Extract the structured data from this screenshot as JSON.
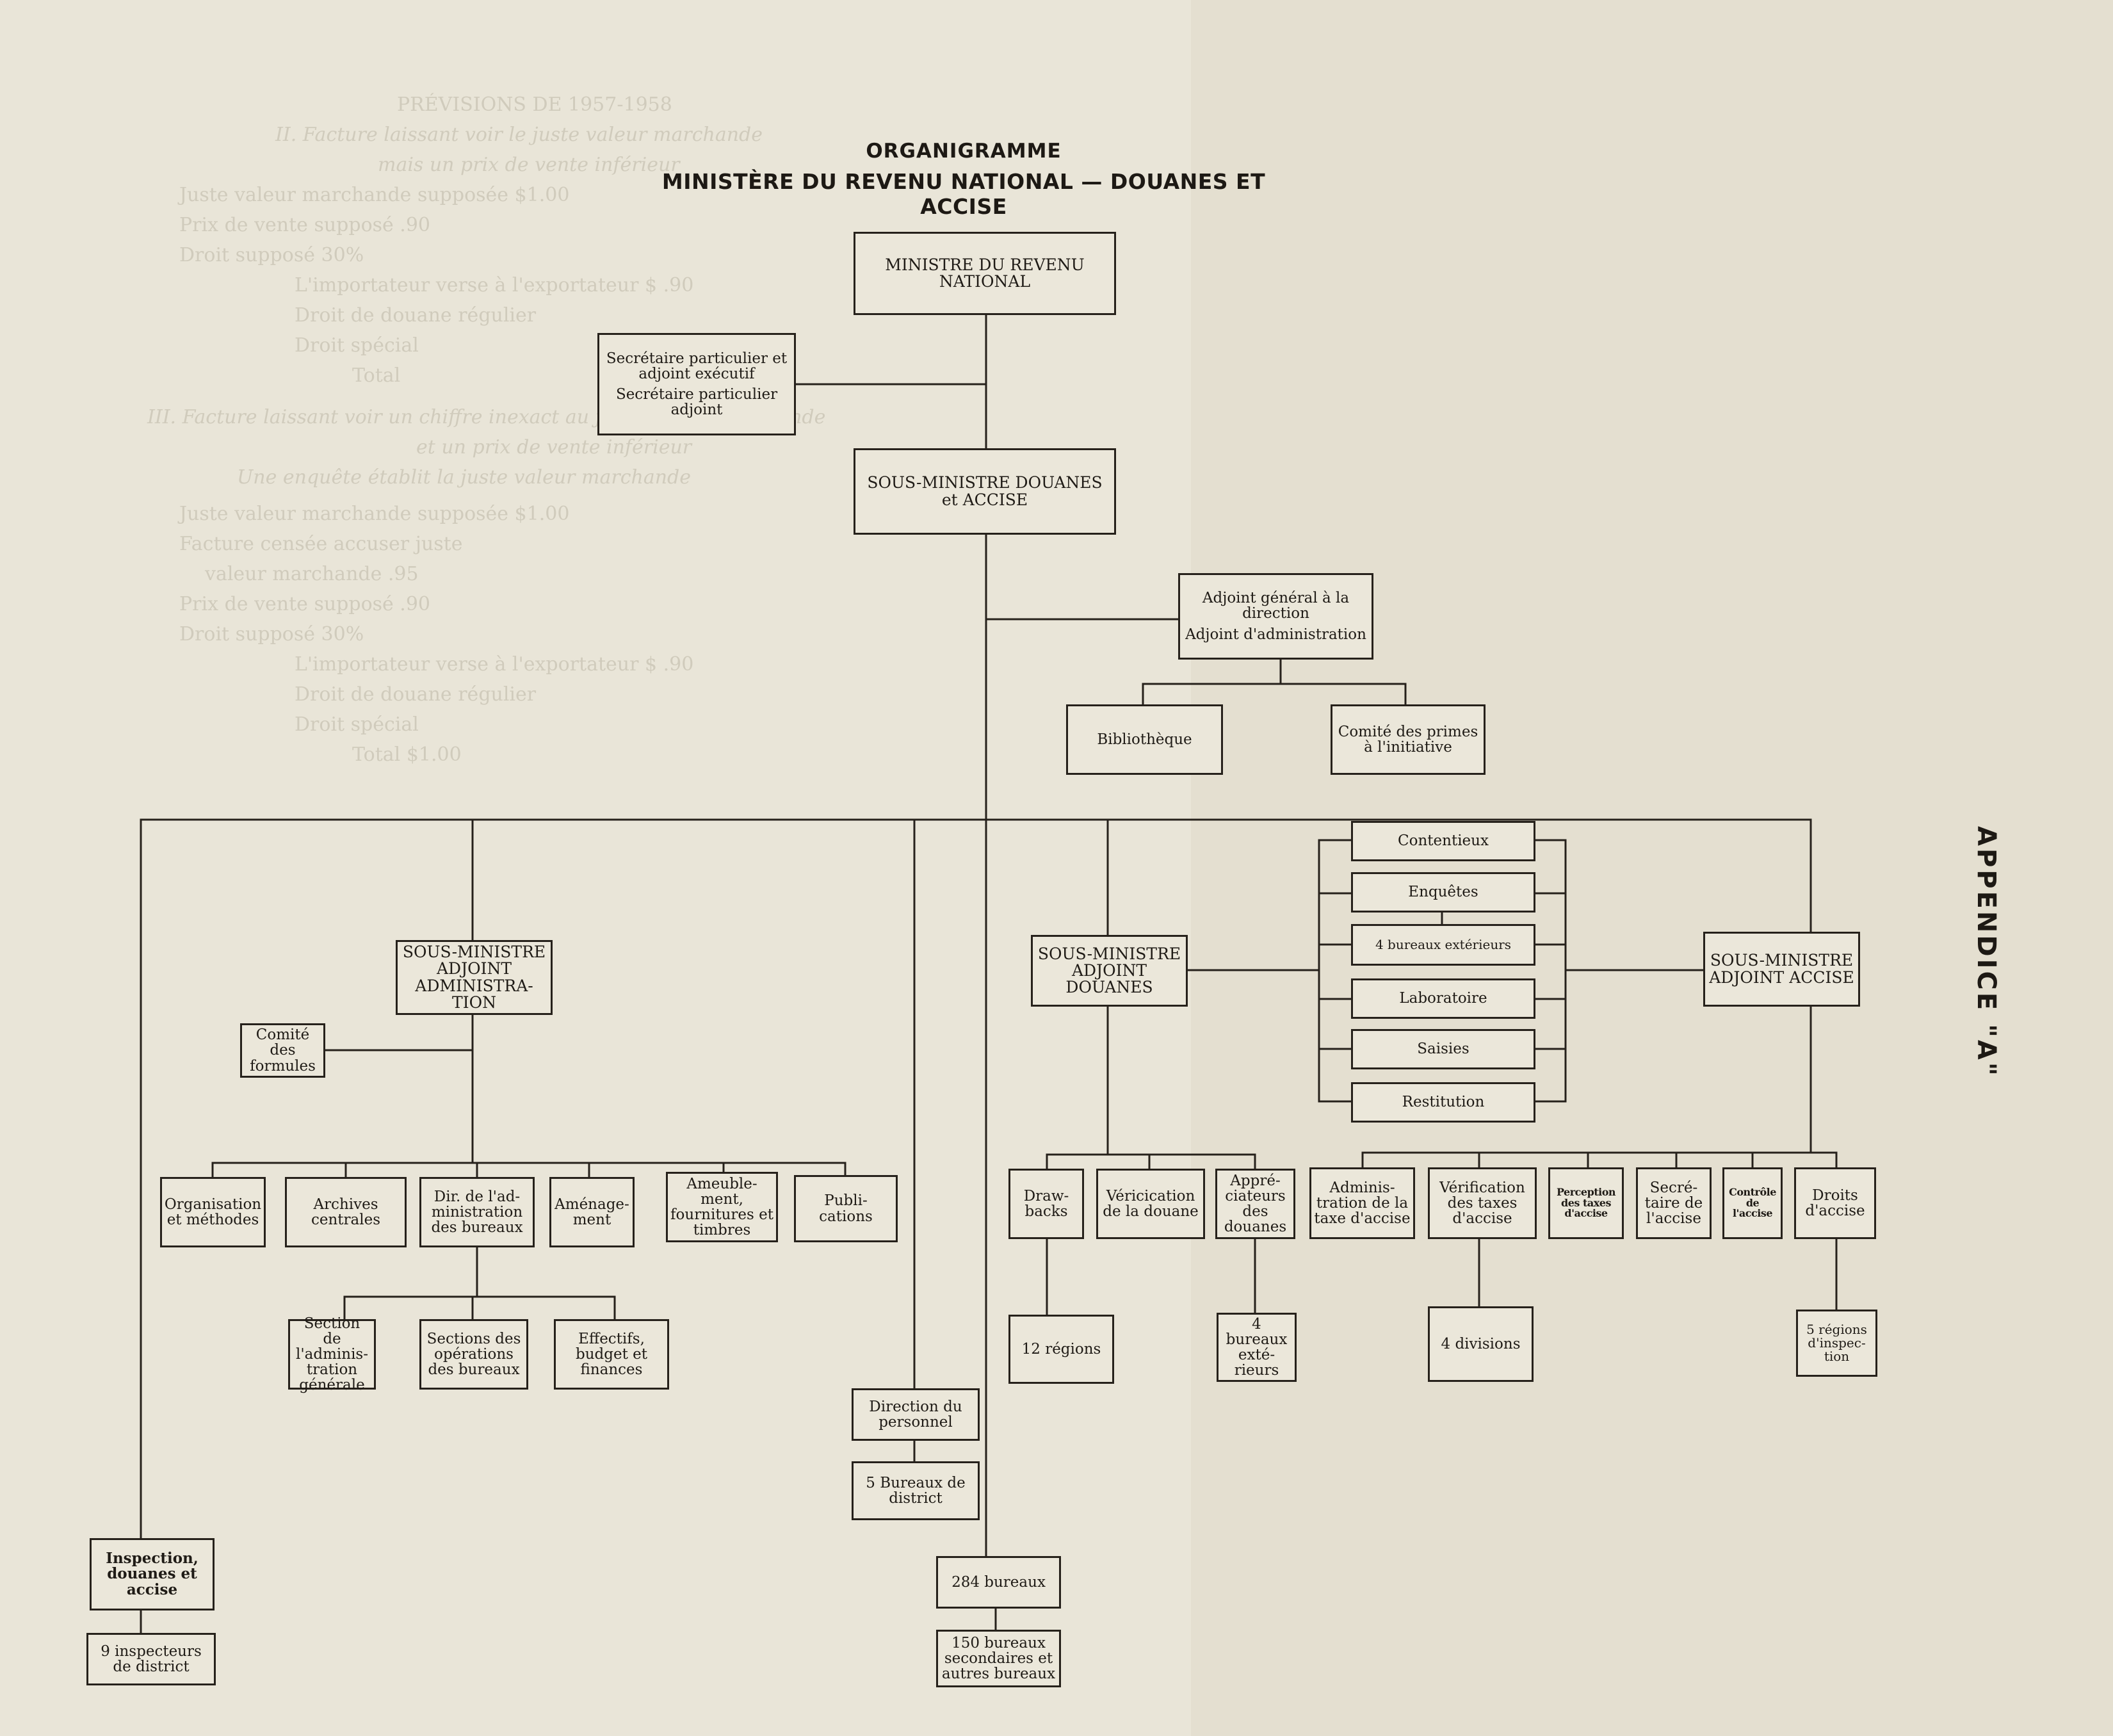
{
  "title": "ORGANIGRAMME",
  "subtitle": "MINISTÈRE DU REVENU NATIONAL — DOUANES ET ACCISE",
  "appendix_label": "APPENDICE \"A\"",
  "ghost_text": [
    "PRÉVISIONS DE 1957-1958",
    "II. Facture laissant voir le juste valeur marchande",
    "mais un prix de vente inférieur",
    "Juste valeur marchande supposée $1.00",
    "Prix de vente supposé .90",
    "Droit supposé 30%",
    "L'importateur verse à l'exportateur $ .90",
    "Droit de douane régulier",
    "Droit spécial",
    "Total",
    "III. Facture laissant voir un chiffre inexact au juste valeur marchande",
    "et un prix de vente inférieur",
    "Une enquête établit la juste valeur marchande",
    "Juste valeur marchande supposée $1.00",
    "Facture censée accuser juste",
    "valeur marchande .95",
    "Prix de vente supposé .90",
    "Droit supposé 30%",
    "L'importateur verse à l'exportateur $ .90",
    "Droit de douane régulier",
    "Droit spécial",
    "Total $1.00"
  ],
  "boxes": {
    "minister": "MINISTRE DU REVENU NATIONAL",
    "secretary_exec": "Secrétaire particulier et adjoint exécutif",
    "secretary_assistant": "Secrétaire particulier adjoint",
    "deputy_minister": "SOUS-MINISTRE DOUANES et ACCISE",
    "general_assistant": "Adjoint général à la direction",
    "admin_assistant": "Adjoint d'administration",
    "library": "Bibliothèque",
    "suggestion_committee": "Comité des primes à l'initiative",
    "adm_deputy_admin": "SOUS-MINISTRE ADJOINT ADMINISTRA-TION",
    "forms_committee": "Comité des formules",
    "organisation_methods": "Organisation et méthodes",
    "central_archives": "Archives centrales",
    "office_admin_dir": "Dir. de l'ad-ministration des bureaux",
    "fitting": "Aménage-ment",
    "furniture_supplies": "Ameuble-ment, fournitures et timbres",
    "publications": "Publi-cations",
    "general_admin_section": "Section de l'adminis-tration générale",
    "office_operations": "Sections des opérations des bureaux",
    "staff_budget": "Effectifs, budget et finances",
    "personnel_direction": "Direction du personnel",
    "five_district_offices": "5 Bureaux de district",
    "inspection": "Inspection, douanes et accise",
    "nine_inspectors": "9 inspecteurs de district",
    "bureaux_284": "284 bureaux",
    "bureaux_150": "150 bureaux secondaires et autres bureaux",
    "adm_deputy_customs": "SOUS-MINISTRE ADJOINT DOUANES",
    "adm_deputy_excise": "SOUS-MINISTRE ADJOINT ACCISE",
    "contentious": "Contentieux",
    "inquiries": "Enquêtes",
    "four_outside_offices": "4 bureaux extérieurs",
    "laboratory": "Laboratoire",
    "seizures": "Saisies",
    "refunds": "Restitution",
    "drawbacks": "Draw-backs",
    "customs_verification": "Véricication de la douane",
    "customs_appraisers": "Appré-ciateurs des douanes",
    "twelve_regions": "12 régions",
    "four_offices_appr": "4 bureaux exté-rieurs",
    "excise_tax_admin": "Adminis-tration de la taxe d'accise",
    "excise_tax_verification": "Vérification des taxes d'accise",
    "excise_tax_collection": "Perception des taxes d'accise",
    "excise_secretary": "Secré-taire de l'accise",
    "excise_control": "Contrôle de l'accise",
    "excise_duties": "Droits d'accise",
    "four_divisions": "4 divisions",
    "five_inspection_regions": "5 régions d'inspec-tion"
  }
}
